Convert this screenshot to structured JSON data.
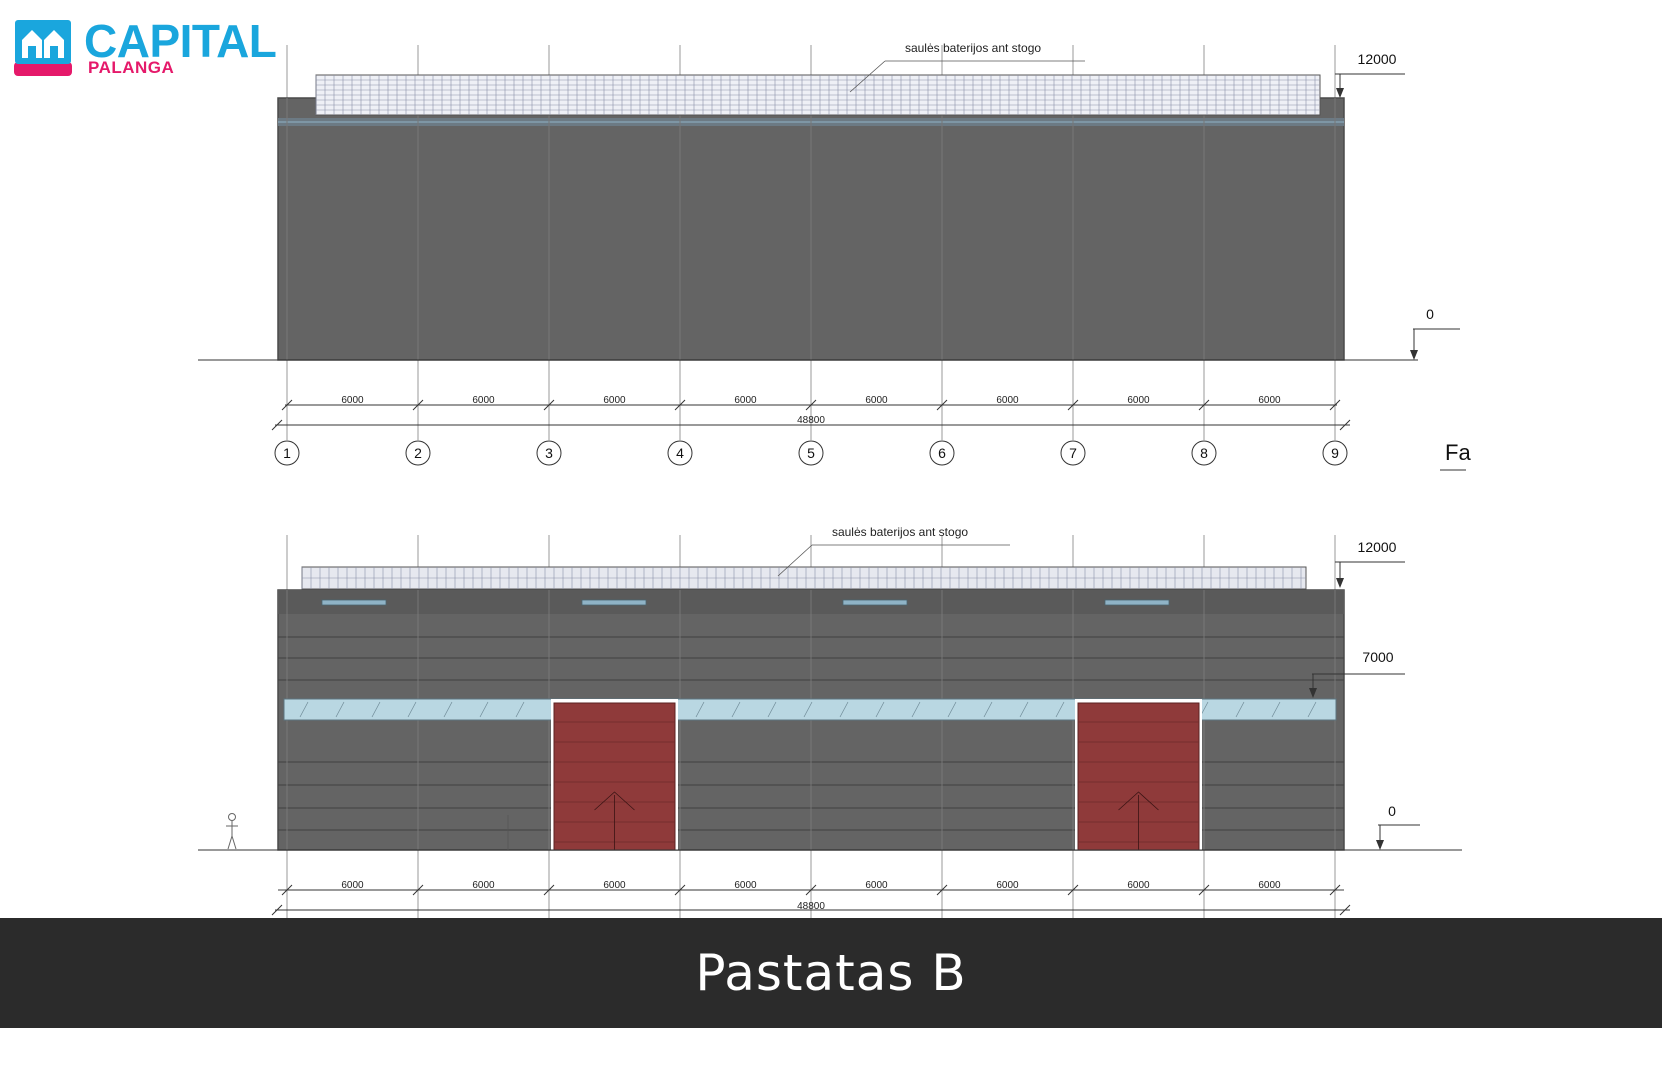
{
  "brand": {
    "name": "CAPITAL",
    "sub": "PALANGA",
    "primary_color": "#1aa6dd",
    "accent_color": "#e5196a"
  },
  "drawing": {
    "solar_label": "saulės baterijos ant stogo",
    "top_level": "12000",
    "mid_level": "7000",
    "ground_level": "0",
    "bay_dimension": "6000",
    "total_dimension": "48800",
    "axes": [
      "1",
      "2",
      "3",
      "4",
      "5",
      "6",
      "7",
      "8",
      "9"
    ],
    "cut_label": "Fa",
    "wall_color": "#646464",
    "door_color": "#8f3a3a",
    "glazing_color": "#b9d7e2"
  },
  "caption": "Pastatas B"
}
